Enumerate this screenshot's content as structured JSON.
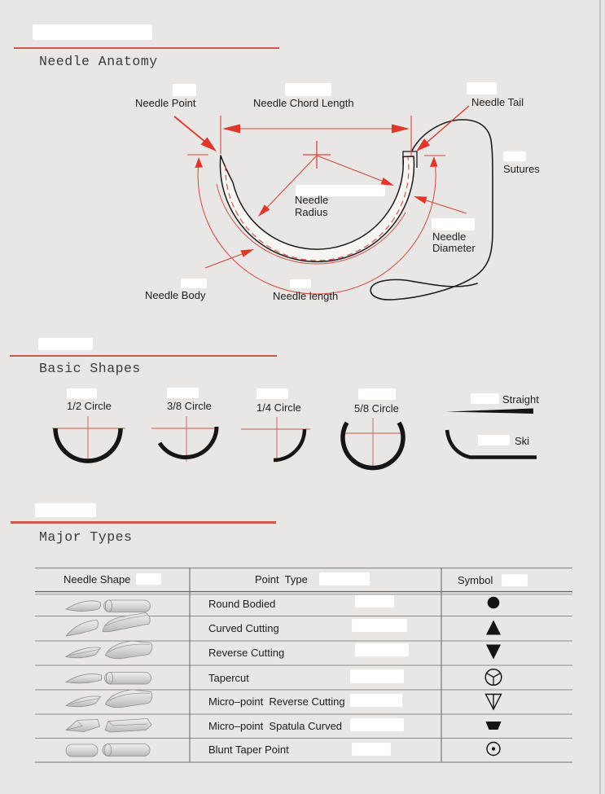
{
  "sections": {
    "anatomy": {
      "title": "Needle Anatomy",
      "labels": {
        "needle_point": "Needle Point",
        "needle_chord_length": "Needle Chord Length",
        "needle_tail": "Needle Tail",
        "sutures": "Sutures",
        "needle_radius_l1": "Needle",
        "needle_radius_l2": "Radius",
        "needle_diameter_l1": "Needle",
        "needle_diameter_l2": "Diameter",
        "needle_body": "Needle Body",
        "needle_length": "Needle length"
      }
    },
    "basic_shapes": {
      "title": "Basic Shapes",
      "labels": {
        "half_circle": "1/2 Circle",
        "three_eighth_circle": "3/8 Circle",
        "quarter_circle": "1/4 Circle",
        "five_eighth_circle": "5/8 Circle",
        "straight": "Straight",
        "ski": "Ski"
      }
    },
    "major_types": {
      "title": "Major Types",
      "table": {
        "headers": {
          "needle_shape": "Needle Shape",
          "point_type": "Point  Type",
          "symbol": "Symbol"
        },
        "rows": [
          {
            "point_type": "Round Bodied",
            "symbol": "filled-circle"
          },
          {
            "point_type": "Curved Cutting",
            "symbol": "filled-triangle-up"
          },
          {
            "point_type": "Reverse Cutting",
            "symbol": "filled-triangle-down"
          },
          {
            "point_type": "Tapercut",
            "symbol": "circle-with-inverted-y"
          },
          {
            "point_type": "Micro–point  Reverse Cutting",
            "symbol": "outlined-triangle-down-bisected"
          },
          {
            "point_type": "Micro–point  Spatula Curved",
            "symbol": "filled-trapezoid"
          },
          {
            "point_type": "Blunt Taper Point",
            "symbol": "circle-with-center-dot"
          }
        ]
      }
    }
  },
  "colors": {
    "divider_red": "#c75a4e",
    "annotation_red": "#d4493c",
    "arrow_red": "#e0372a",
    "ink": "#1b1b1b",
    "table_line": "#8d8d8b"
  }
}
